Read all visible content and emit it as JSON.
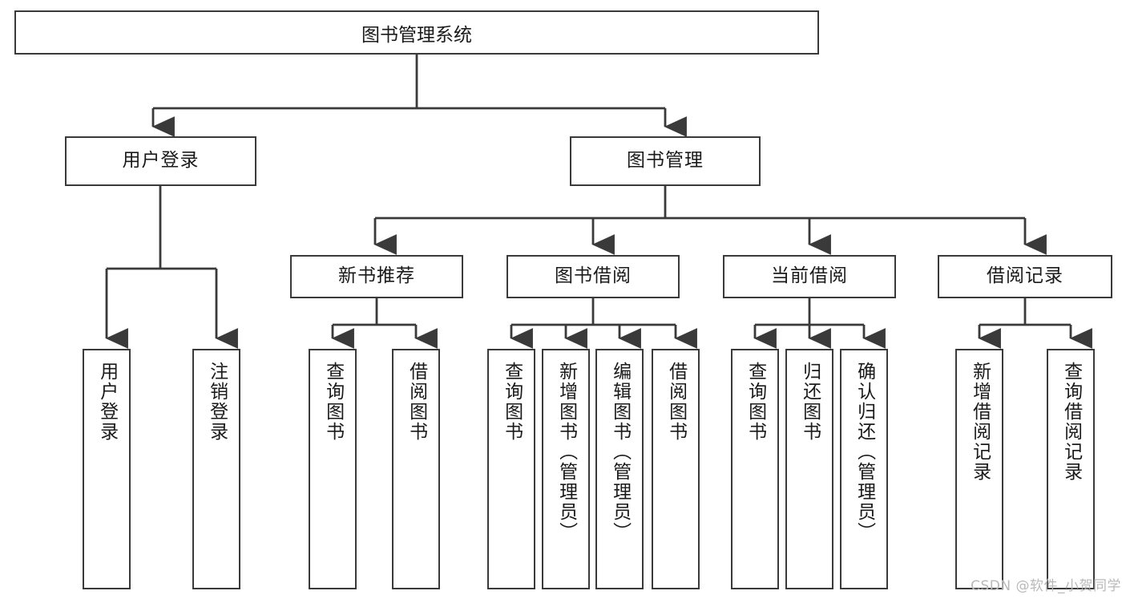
{
  "diagram": {
    "type": "tree-hierarchy",
    "title": "图书管理系统",
    "watermark": "CSDN @软件_小贺同学",
    "style": {
      "border_color": "#3a3a3a",
      "line_color": "#3a3a3a",
      "background": "#ffffff",
      "text_color": "#1a1a1a",
      "watermark_color": "#b9b9b9"
    },
    "nodes": {
      "root": {
        "label": "图书管理系统"
      },
      "level2": [
        {
          "label": "用户登录"
        },
        {
          "label": "图书管理"
        }
      ],
      "level3": [
        {
          "label": "新书推荐"
        },
        {
          "label": "图书借阅"
        },
        {
          "label": "当前借阅"
        },
        {
          "label": "借阅记录"
        }
      ],
      "leaves": {
        "user_login": [
          {
            "label": "用户登录"
          },
          {
            "label": "注销登录"
          }
        ],
        "new_book_recommend": [
          {
            "label": "查询图书"
          },
          {
            "label": "借阅图书"
          }
        ],
        "book_borrow": [
          {
            "label": "查询图书"
          },
          {
            "label": "新增图书（管理员）"
          },
          {
            "label": "编辑图书（管理员）"
          },
          {
            "label": "借阅图书"
          }
        ],
        "current_borrow": [
          {
            "label": "查询图书"
          },
          {
            "label": "归还图书"
          },
          {
            "label": "确认归还（管理员）"
          }
        ],
        "borrow_records": [
          {
            "label": "新增借阅记录"
          },
          {
            "label": "查询借阅记录"
          }
        ]
      }
    }
  }
}
